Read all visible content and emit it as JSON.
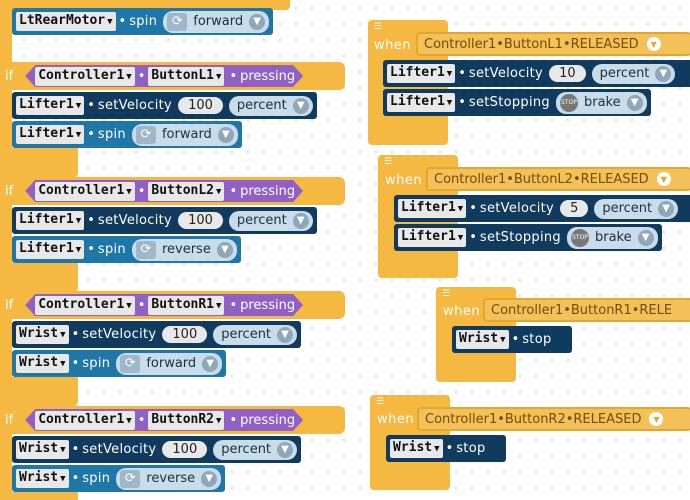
{
  "colors": {
    "event": "#f5b841",
    "motor_dark": "#113a5f",
    "motor_spin": "#1f77a8",
    "boolean": "#8f60c6",
    "hat": "#f2c15a"
  },
  "icons": {
    "repeat": "repeat-icon",
    "stop": "stop-icon",
    "chevron": "chevron-down-icon",
    "grip": "grip-lines-icon"
  },
  "left": {
    "top_block": {
      "device": "LtRearMotor",
      "method": "spin",
      "direction": "forward"
    },
    "if_blocks": [
      {
        "if_label": "if",
        "controller": "Controller1",
        "button": "ButtonL1",
        "state": "pressing",
        "velocity": {
          "device": "Lifter1",
          "method": "setVelocity",
          "value": "100",
          "unit": "percent"
        },
        "spin": {
          "device": "Lifter1",
          "method": "spin",
          "direction": "forward"
        }
      },
      {
        "if_label": "if",
        "controller": "Controller1",
        "button": "ButtonL2",
        "state": "pressing",
        "velocity": {
          "device": "Lifter1",
          "method": "setVelocity",
          "value": "100",
          "unit": "percent"
        },
        "spin": {
          "device": "Lifter1",
          "method": "spin",
          "direction": "reverse"
        }
      },
      {
        "if_label": "if",
        "controller": "Controller1",
        "button": "ButtonR1",
        "state": "pressing",
        "velocity": {
          "device": "Wrist",
          "method": "setVelocity",
          "value": "100",
          "unit": "percent"
        },
        "spin": {
          "device": "Wrist",
          "method": "spin",
          "direction": "forward"
        }
      },
      {
        "if_label": "if",
        "controller": "Controller1",
        "button": "ButtonR2",
        "state": "pressing",
        "velocity": {
          "device": "Wrist",
          "method": "setVelocity",
          "value": "100",
          "unit": "percent"
        },
        "spin": {
          "device": "Wrist",
          "method": "spin",
          "direction": "reverse"
        }
      }
    ]
  },
  "events": [
    {
      "when": "when",
      "hat": "Controller1•ButtonL1•RELEASED",
      "velocity": {
        "device": "Lifter1",
        "method": "setVelocity",
        "value": "10",
        "unit": "percent"
      },
      "stopping": {
        "device": "Lifter1",
        "method": "setStopping",
        "mode": "brake"
      }
    },
    {
      "when": "when",
      "hat": "Controller1•ButtonL2•RELEASED",
      "velocity": {
        "device": "Lifter1",
        "method": "setVelocity",
        "value": "5",
        "unit": "percent"
      },
      "stopping": {
        "device": "Lifter1",
        "method": "setStopping",
        "mode": "brake"
      }
    },
    {
      "when": "when",
      "hat": "Controller1•ButtonR1•RELE",
      "stop": {
        "device": "Wrist",
        "method": "stop"
      }
    },
    {
      "when": "when",
      "hat": "Controller1•ButtonR2•RELEASED",
      "stop": {
        "device": "Wrist",
        "method": "stop"
      }
    }
  ]
}
